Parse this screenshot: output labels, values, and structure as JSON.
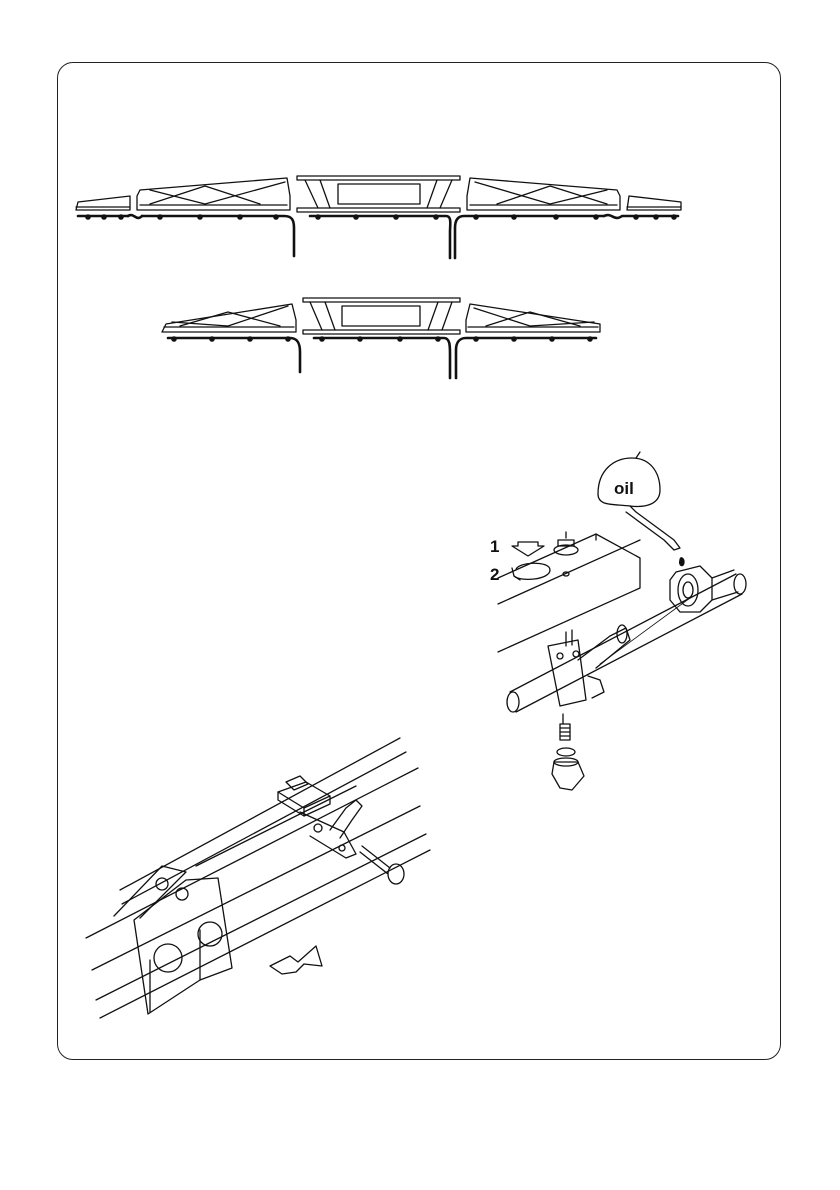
{
  "steps": {
    "step1": "1",
    "step2": "2"
  },
  "oil_can": {
    "label": "oil"
  },
  "colors": {
    "line": "#111111",
    "panel_border": "#222222",
    "background": "#ffffff"
  }
}
